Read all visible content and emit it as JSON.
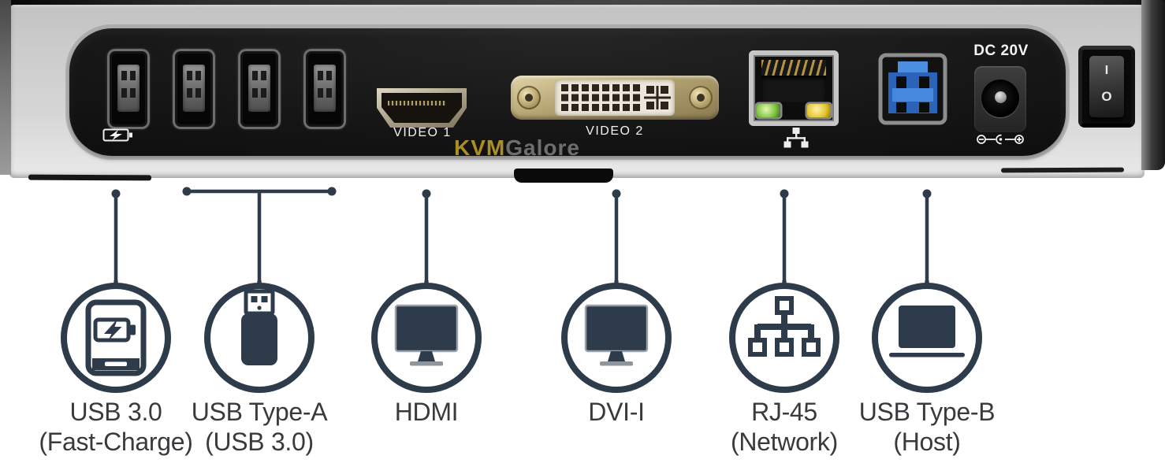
{
  "device": {
    "video1_label": "VIDEO 1",
    "video2_label": "VIDEO 2",
    "dc_label": "DC 20V",
    "switch_on": "I",
    "switch_off": "O"
  },
  "watermark": {
    "kvm": "KVM",
    "galore": "Galore"
  },
  "callouts": [
    {
      "icon": "tablet-fast-charge-icon",
      "line1": "USB 3.0",
      "line2": "(Fast-Charge)"
    },
    {
      "icon": "usb-flash-drive-icon",
      "line1": "USB Type-A",
      "line2": "(USB 3.0)"
    },
    {
      "icon": "monitor-icon",
      "line1": "HDMI",
      "line2": ""
    },
    {
      "icon": "monitor-icon",
      "line1": "DVI-I",
      "line2": ""
    },
    {
      "icon": "network-tree-icon",
      "line1": "RJ-45",
      "line2": "(Network)"
    },
    {
      "icon": "laptop-icon",
      "line1": "USB Type-B",
      "line2": "(Host)"
    }
  ],
  "colors": {
    "accent_navy": "#2d3b4a",
    "label_text": "#3a3a3e",
    "watermark_gold": "#c5a62b",
    "led_green": "#7cc23f",
    "led_amber": "#e2c32d",
    "usb_b_blue": "#3b7fd6"
  }
}
